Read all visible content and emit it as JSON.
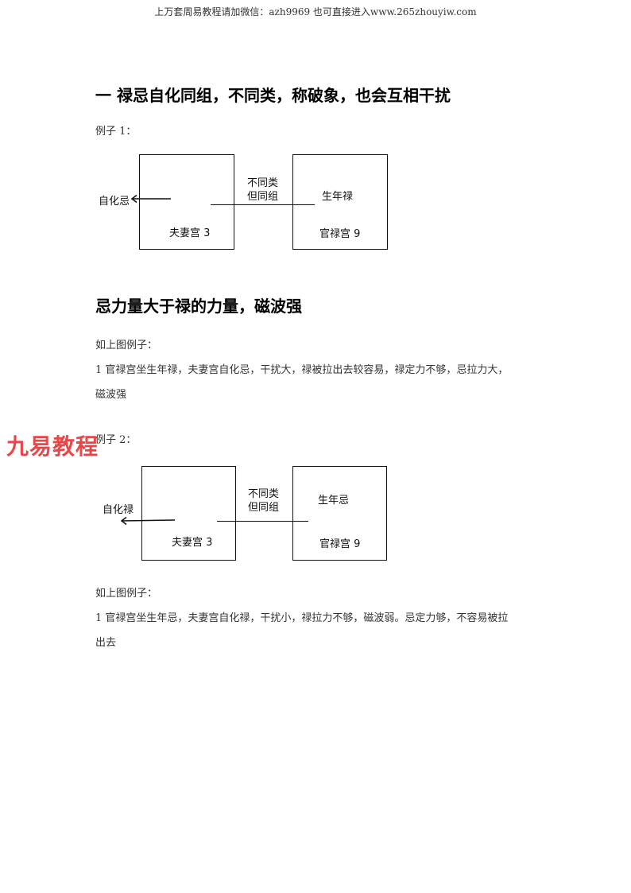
{
  "header": {
    "text": "上万套周易教程请加微信：azh9969   也可直接进入www.265zhouyiw.com"
  },
  "section1": {
    "title": "一  禄忌自化同组，不同类，称破象，也会互相干扰",
    "example1_label": "例子 1："
  },
  "diagram1": {
    "left_outer_label": "自化忌",
    "left_box_label": "夫妻宫 3",
    "middle_label_line1": "不同类",
    "middle_label_line2": "但同组",
    "right_box_top_label": "生年禄",
    "right_box_label": "官禄宫 9"
  },
  "section2": {
    "title": "忌力量大于禄的力量，磁波强",
    "caption": "如上图例子：",
    "point_line1": "1  官禄宫坐生年禄，夫妻宫自化忌，干扰大，禄被拉出去较容易，禄定力不够，忌拉力大，",
    "point_line2": "磁波强",
    "example2_label": "例子 2："
  },
  "watermark": {
    "text": "九易教程"
  },
  "diagram2": {
    "left_outer_label": "自化禄",
    "left_box_label": "夫妻宫 3",
    "middle_label_line1": "不同类",
    "middle_label_line2": "但同组",
    "right_box_top_label": "生年忌",
    "right_box_label": "官禄宫 9"
  },
  "section3": {
    "caption": "如上图例子：",
    "point_line1": "1  官禄宫坐生年忌，夫妻宫自化禄，干扰小，禄拉力不够，磁波弱。忌定力够，不容易被拉",
    "point_line2": "出去"
  }
}
